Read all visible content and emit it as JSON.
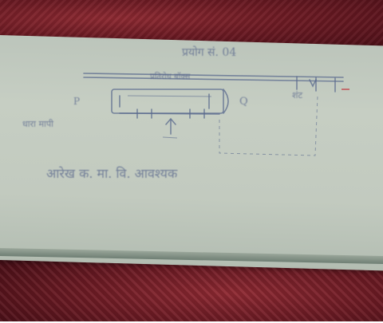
{
  "scene": {
    "description_colors": {
      "paper": "#c2cabf",
      "ink": "#5a6a8e",
      "tablecloth": "#6d1b24"
    }
  },
  "handwriting": {
    "page_heading": "प्रयोग सं. 04",
    "resistance_box_label": "प्रतिरोध बॉक्स",
    "p_label": "P",
    "q_label": "Q",
    "galvanometer_label": "धारा मापी",
    "left_label": "धारा मापी",
    "shunt_label": "शंट",
    "caption": "आरेख क. मा. वि. आवश्यक"
  }
}
